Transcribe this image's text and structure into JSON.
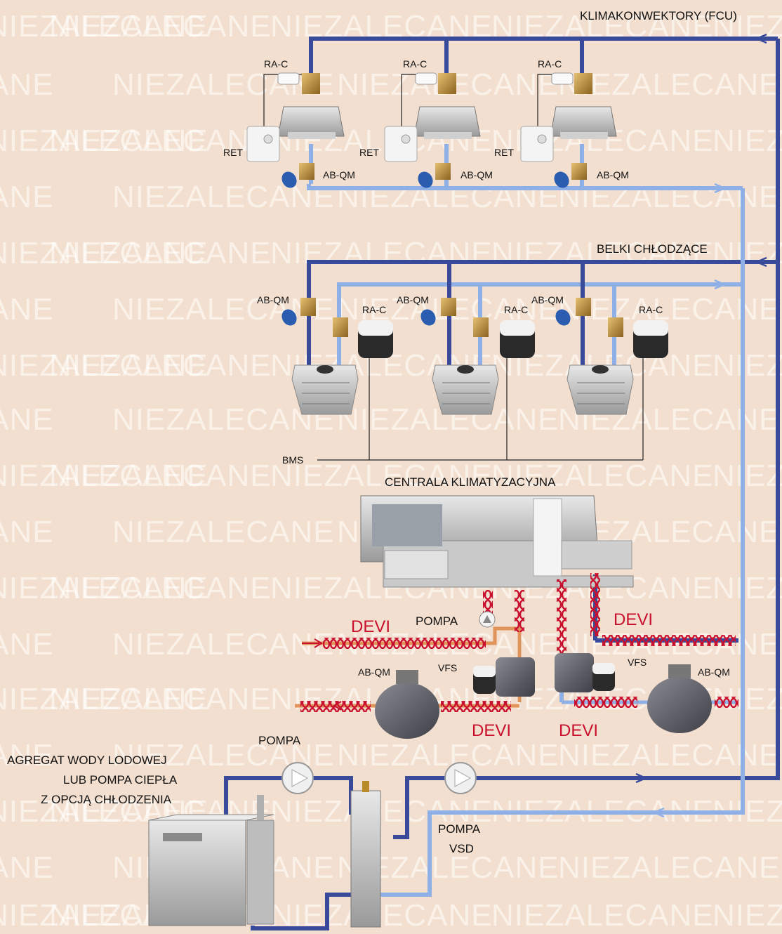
{
  "watermark": "NIEZALECANE",
  "colors": {
    "background": "#f3dfcf",
    "supply_pipe": "#3a4a9a",
    "return_pipe": "#8fb0e6",
    "heating_cable": "#c8102e",
    "hot_pipe": "#e0945a"
  },
  "sections": {
    "fcu_title": "KLIMAKONWEKTORY (FCU)",
    "beams_title": "BELKI CHŁODZĄCE",
    "ahu_title": "CENTRALA KLIMATYZACYJNA",
    "chiller_line1": "AGREGAT WODY LODOWEJ",
    "chiller_line2": "LUB POMPA CIEPŁA",
    "chiller_line3": "Z OPCJĄ CHŁODZENIA"
  },
  "fcu_units": [
    {
      "valve_label": "RA-C",
      "thermostat_label": "RET",
      "balancing_label": "AB-QM"
    },
    {
      "valve_label": "RA-C",
      "thermostat_label": "RET",
      "balancing_label": "AB-QM"
    },
    {
      "valve_label": "RA-C",
      "thermostat_label": "RET",
      "balancing_label": "AB-QM"
    }
  ],
  "beam_units": [
    {
      "balancing_label": "AB-QM",
      "valve_label": "RA-C"
    },
    {
      "balancing_label": "AB-QM",
      "valve_label": "RA-C"
    },
    {
      "balancing_label": "AB-QM",
      "valve_label": "RA-C"
    }
  ],
  "bms_label": "BMS",
  "ahu_labels": {
    "pump_top": "POMPA",
    "devi_left_top": "DEVI",
    "devi_right_top": "DEVI",
    "vfs_left": "VFS",
    "vfs_right": "VFS",
    "abqm_left": "AB-QM",
    "abqm_right": "AB-QM",
    "devi_left_bottom": "DEVI",
    "devi_right_bottom": "DEVI"
  },
  "plant_labels": {
    "pump_primary": "POMPA",
    "pump_vsd_line1": "POMPA",
    "pump_vsd_line2": "VSD"
  },
  "icons": [
    "fan-coil-cassette-icon",
    "thermostat-icon",
    "control-valve-icon",
    "balancing-valve-icon",
    "chilled-beam-icon",
    "pump-icon",
    "air-handling-unit-icon",
    "chiller-icon",
    "hydraulic-separator-icon"
  ]
}
